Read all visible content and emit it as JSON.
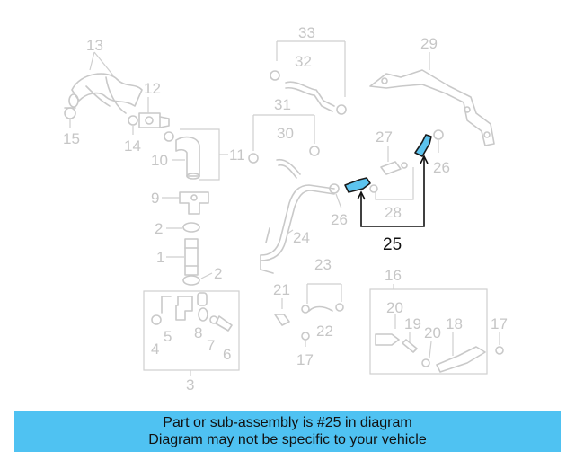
{
  "callouts": {
    "n1": "1",
    "n2a": "2",
    "n2b": "2",
    "n3": "3",
    "n4": "4",
    "n5": "5",
    "n6": "6",
    "n7": "7",
    "n8": "8",
    "n9": "9",
    "n10": "10",
    "n11": "11",
    "n12": "12",
    "n13": "13",
    "n14": "14",
    "n15": "15",
    "n16": "16",
    "n17a": "17",
    "n17b": "17",
    "n18": "18",
    "n19": "19",
    "n20a": "20",
    "n20b": "20",
    "n21": "21",
    "n22": "22",
    "n23": "23",
    "n24": "24",
    "n25": "25",
    "n26a": "26",
    "n26b": "26",
    "n27": "27",
    "n28": "28",
    "n29": "29",
    "n30": "30",
    "n31": "31",
    "n32": "32",
    "n33": "33"
  },
  "highlight": {
    "part_number": "25",
    "color": "#5cc3ee"
  },
  "banner": {
    "line1": "Part or sub-assembly is #25 in diagram",
    "line2": "Diagram may not be specific to your vehicle",
    "color": "#4fc2f2"
  }
}
